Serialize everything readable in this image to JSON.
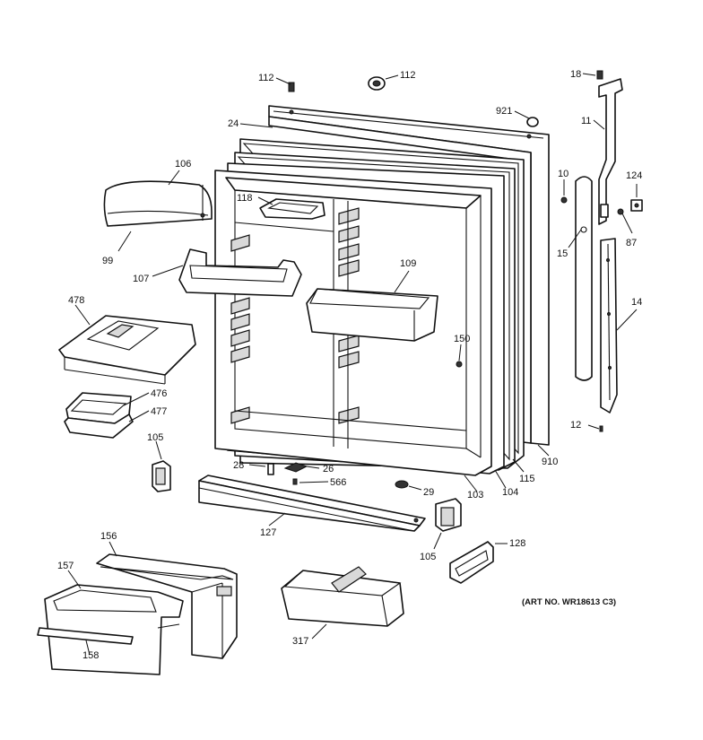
{
  "art_number": "(ART NO. WR18613 C3)",
  "labels": {
    "l112a": "112",
    "l112b": "112",
    "l18": "18",
    "l921": "921",
    "l24": "24",
    "l11": "11",
    "l106": "106",
    "l10": "10",
    "l124": "124",
    "l118": "118",
    "l87": "87",
    "l15": "15",
    "l99": "99",
    "l107": "107",
    "l109": "109",
    "l14": "14",
    "l478": "478",
    "l150": "150",
    "l476": "476",
    "l477": "477",
    "l12": "12",
    "l105a": "105",
    "l910": "910",
    "l28": "28",
    "l26": "26",
    "l566": "566",
    "l115": "115",
    "l103": "103",
    "l104": "104",
    "l29": "29",
    "l127": "127",
    "l156": "156",
    "l105b": "105",
    "l128": "128",
    "l157": "157",
    "l317": "317",
    "l158": "158"
  }
}
